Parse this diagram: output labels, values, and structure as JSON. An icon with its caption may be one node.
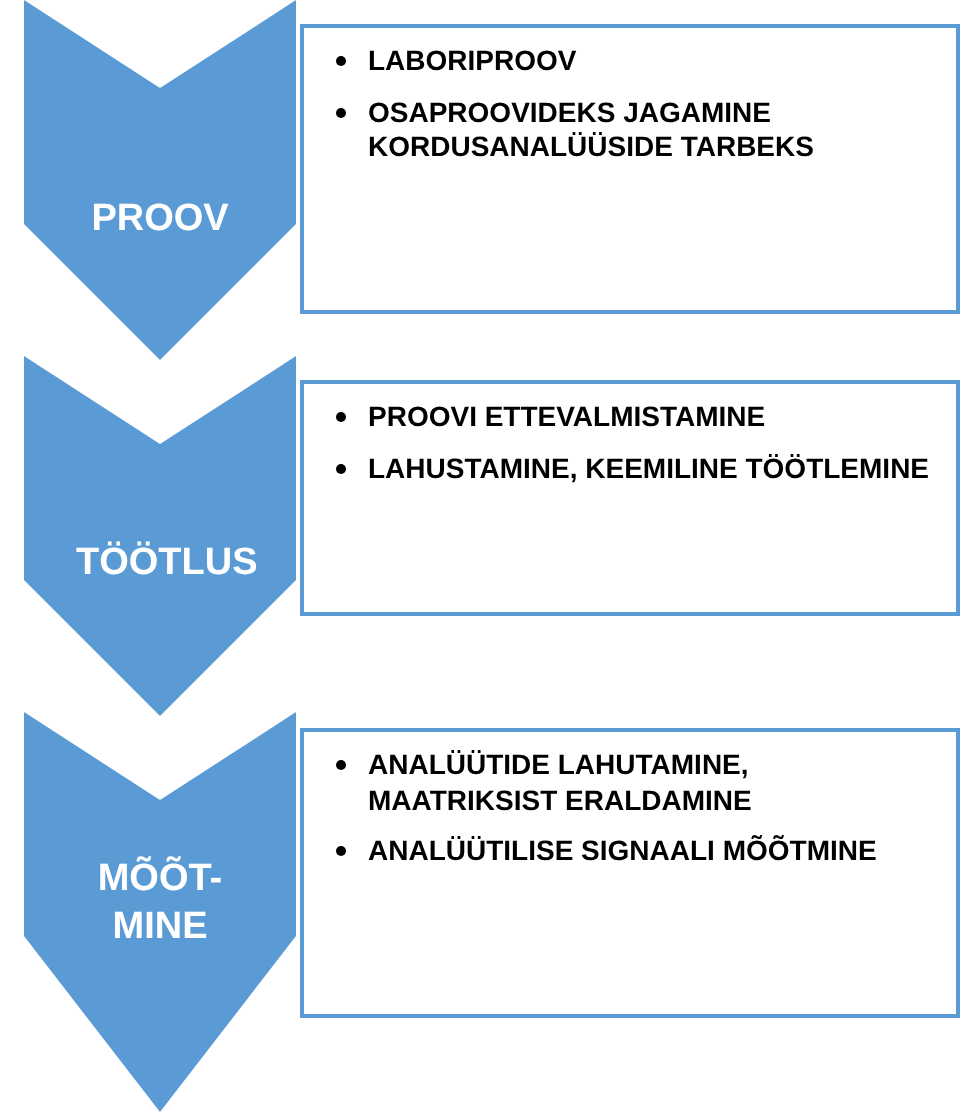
{
  "diagram": {
    "nodes": [
      {
        "text": [
          "PROOV"
        ]
      },
      {
        "text": [
          "LABORIPROOV",
          "OSAPROOVIDEKS JAGAMINE KORDUSANALÜÜSIDE TARBEKS"
        ]
      },
      {
        "text": [
          "TÖÖTLUS"
        ]
      },
      {
        "text": [
          "PROOVI ETTEVALMISTAMINE",
          "LAHUSTAMINE, KEEMILINE TÖÖTLEMINE"
        ]
      },
      {
        "text": [
          "MÕÕT- MINE"
        ]
      },
      {
        "text": [
          "ANALÜÜTIDE LAHUTAMINE, MAATRIKSIST ERALDAMINE",
          "ANALÜÜTILISE SIGNAALI MÕÕTMINE"
        ]
      }
    ]
  }
}
